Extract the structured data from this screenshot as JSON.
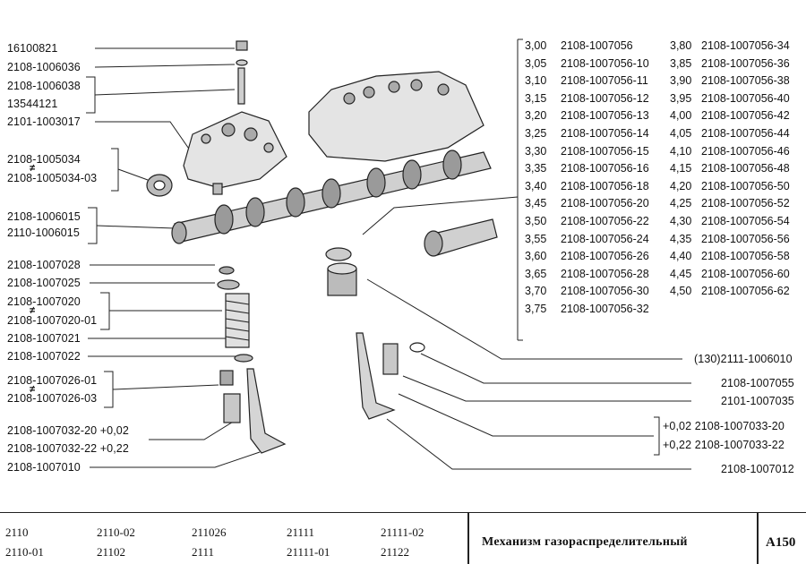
{
  "left_labels": [
    {
      "name": "nut",
      "text": "16100821"
    },
    {
      "name": "washer",
      "text": "2108-1006036"
    },
    {
      "name": "stud-a",
      "text": "2108-1006038"
    },
    {
      "name": "stud-b",
      "text": "13544121"
    },
    {
      "name": "bushing",
      "text": "2101-1003017"
    },
    {
      "name": "seal-a",
      "text": "2108-1005034"
    },
    {
      "name": "seal-b",
      "text": "2108-1005034-03"
    },
    {
      "name": "camshaft-a",
      "text": "2108-1006015"
    },
    {
      "name": "camshaft-b",
      "text": "2110-1006015"
    },
    {
      "name": "cracker",
      "text": "2108-1007028"
    },
    {
      "name": "spring-plate",
      "text": "2108-1007025"
    },
    {
      "name": "outer-spring-a",
      "text": "2108-1007020"
    },
    {
      "name": "outer-spring-b",
      "text": "2108-1007020-01"
    },
    {
      "name": "inner-spring",
      "text": "2108-1007021"
    },
    {
      "name": "spring-washer",
      "text": "2108-1007022"
    },
    {
      "name": "valve-seal-a",
      "text": "2108-1007026-01"
    },
    {
      "name": "valve-seal-b",
      "text": "2108-1007026-03"
    },
    {
      "name": "guide-a",
      "text": "2108-1007032-20  +0,02"
    },
    {
      "name": "guide-b",
      "text": "2108-1007032-22  +0,22"
    },
    {
      "name": "intake-valve",
      "text": "2108-1007010"
    }
  ],
  "shim_table": {
    "left": [
      {
        "size": "3,00",
        "part": "2108-1007056"
      },
      {
        "size": "3,05",
        "part": "2108-1007056-10"
      },
      {
        "size": "3,10",
        "part": "2108-1007056-11"
      },
      {
        "size": "3,15",
        "part": "2108-1007056-12"
      },
      {
        "size": "3,20",
        "part": "2108-1007056-13"
      },
      {
        "size": "3,25",
        "part": "2108-1007056-14"
      },
      {
        "size": "3,30",
        "part": "2108-1007056-15"
      },
      {
        "size": "3,35",
        "part": "2108-1007056-16"
      },
      {
        "size": "3,40",
        "part": "2108-1007056-18"
      },
      {
        "size": "3,45",
        "part": "2108-1007056-20"
      },
      {
        "size": "3,50",
        "part": "2108-1007056-22"
      },
      {
        "size": "3,55",
        "part": "2108-1007056-24"
      },
      {
        "size": "3,60",
        "part": "2108-1007056-26"
      },
      {
        "size": "3,65",
        "part": "2108-1007056-28"
      },
      {
        "size": "3,70",
        "part": "2108-1007056-30"
      },
      {
        "size": "3,75",
        "part": "2108-1007056-32"
      }
    ],
    "right": [
      {
        "size": "3,80",
        "part": "2108-1007056-34"
      },
      {
        "size": "3,85",
        "part": "2108-1007056-36"
      },
      {
        "size": "3,90",
        "part": "2108-1007056-38"
      },
      {
        "size": "3,95",
        "part": "2108-1007056-40"
      },
      {
        "size": "4,00",
        "part": "2108-1007056-42"
      },
      {
        "size": "4,05",
        "part": "2108-1007056-44"
      },
      {
        "size": "4,10",
        "part": "2108-1007056-46"
      },
      {
        "size": "4,15",
        "part": "2108-1007056-48"
      },
      {
        "size": "4,20",
        "part": "2108-1007056-50"
      },
      {
        "size": "4,25",
        "part": "2108-1007056-52"
      },
      {
        "size": "4,30",
        "part": "2108-1007056-54"
      },
      {
        "size": "4,35",
        "part": "2108-1007056-56"
      },
      {
        "size": "4,40",
        "part": "2108-1007056-58"
      },
      {
        "size": "4,45",
        "part": "2108-1007056-60"
      },
      {
        "size": "4,50",
        "part": "2108-1007056-62"
      }
    ]
  },
  "right_labels": {
    "tappet": "(130)2111-1006010",
    "guide_seal": "2108-1007055",
    "circlip": "2101-1007035",
    "exhaust_guide_a": "+0,02  2108-1007033-20",
    "exhaust_guide_b": "+0,22  2108-1007033-22",
    "exhaust_valve": "2108-1007012"
  },
  "neq_symbol": "≠",
  "footer": {
    "models": [
      [
        "2110",
        "2110-01"
      ],
      [
        "2110-02",
        "21102"
      ],
      [
        "211026",
        "2111"
      ],
      [
        "21111",
        "21111-01"
      ],
      [
        "21111-02",
        "21122"
      ]
    ],
    "title": "Механизм газораспределительный",
    "code": "A150"
  }
}
